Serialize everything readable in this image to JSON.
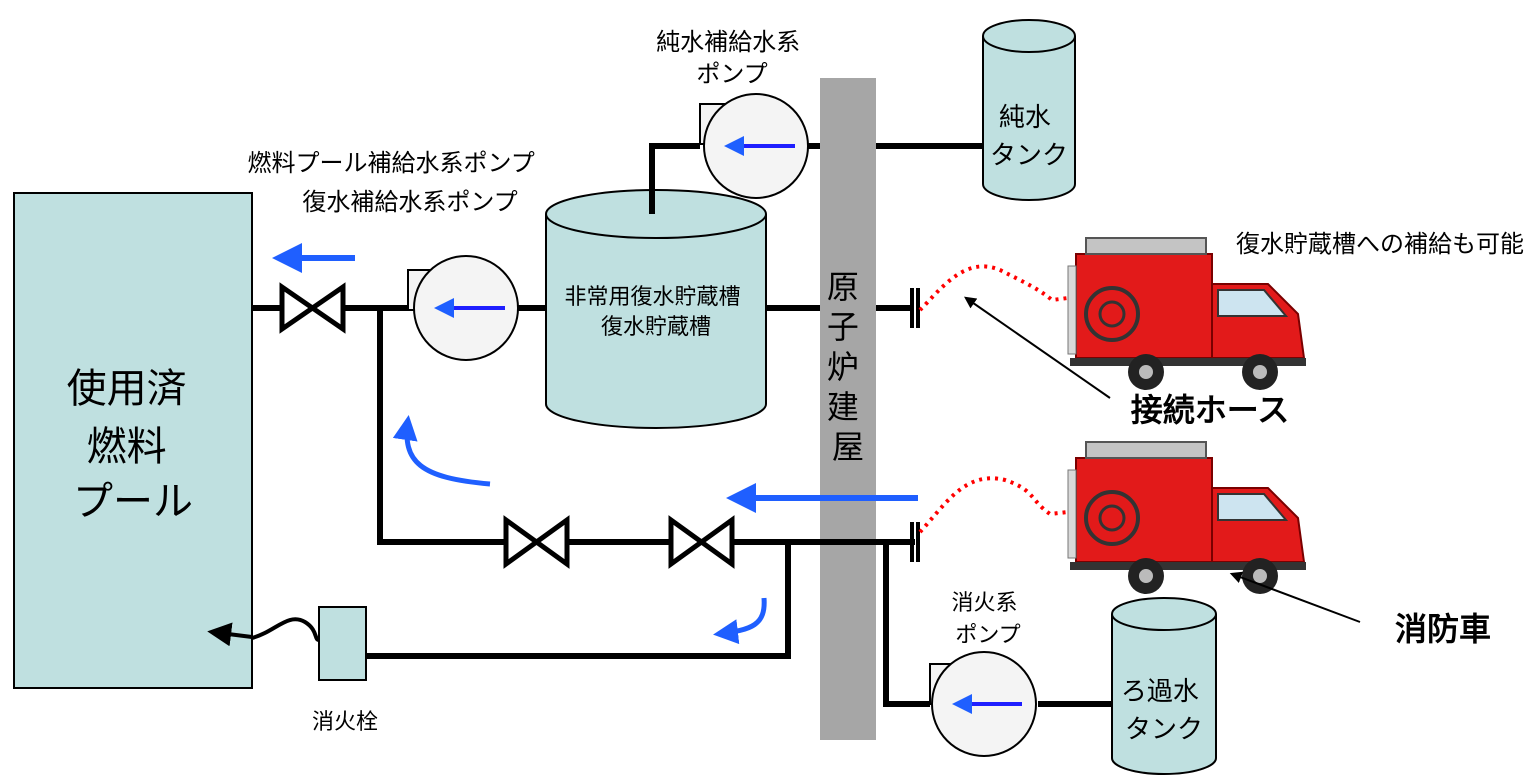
{
  "colors": {
    "pipe": "#000000",
    "tank_fill": "#bfe0e0",
    "pool_fill": "#bfe0e0",
    "wall": "#a6a6a6",
    "flow_arrow": "#1f5fff",
    "hose": "#ff0000",
    "truck_red": "#e21a1a"
  },
  "labels": {
    "pool": [
      "使用済",
      "燃料",
      "プール"
    ],
    "building": [
      "原",
      "子",
      "炉",
      "建",
      "屋"
    ],
    "storage_tank": [
      "非常用復水貯蔵槽",
      "復水貯蔵槽"
    ],
    "pure_water_tank": [
      "純水",
      "タンク"
    ],
    "filtered_water_tank": [
      "ろ過水",
      "タンク"
    ],
    "pure_water_pump": [
      "純水補給水系",
      "ポンプ"
    ],
    "fuel_pool_pump": [
      "燃料プール補給水系ポンプ",
      "復水補給水系ポンプ"
    ],
    "fire_pump": [
      "消火系",
      "ポンプ"
    ],
    "hydrant": "消火栓",
    "note_refill": "復水貯蔵槽への補給も可能",
    "hose": "接続ホース",
    "fire_truck": "消防車"
  },
  "icons": {
    "valve": "gate-valve-icon",
    "pump": "centrifugal-pump-icon",
    "truck": "fire-truck-icon",
    "hydrant": "fire-hydrant-icon"
  }
}
